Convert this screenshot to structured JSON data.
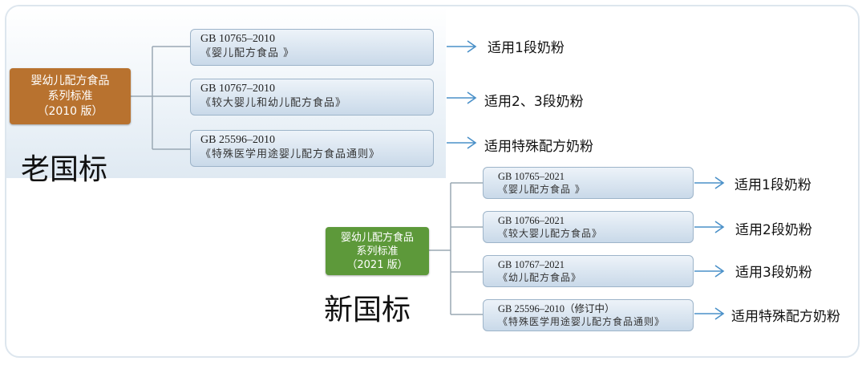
{
  "old_standard": {
    "title": "老国标",
    "root": {
      "line1": "婴幼儿配方食品",
      "line2": "系列标准",
      "line3": "（2010 版）"
    },
    "items": [
      {
        "code": "GB 10765–2010",
        "name": "《婴儿配方食品 》",
        "target": "适用1段奶粉"
      },
      {
        "code": "GB 10767–2010",
        "name": "《较大婴儿和幼儿配方食品》",
        "target": "适用2、3段奶粉"
      },
      {
        "code": "GB 25596–2010",
        "name": "《特殊医学用途婴儿配方食品通则》",
        "target": "适用特殊配方奶粉"
      }
    ]
  },
  "new_standard": {
    "title": "新国标",
    "root": {
      "line1": "婴幼儿配方食品",
      "line2": "系列标准",
      "line3": "（2021 版）"
    },
    "items": [
      {
        "code": "GB 10765–2021",
        "name": "《婴儿配方食品 》",
        "target": "适用1段奶粉"
      },
      {
        "code": "GB 10766–2021",
        "name": "《较大婴儿配方食品》",
        "target": "适用2段奶粉"
      },
      {
        "code": "GB 10767–2021",
        "name": "《幼儿配方食品》",
        "target": "适用3段奶粉"
      },
      {
        "code": "GB 25596–2010（修订中）",
        "name": "《特殊医学用途婴儿配方食品通则》",
        "target": "适用特殊配方奶粉"
      }
    ]
  },
  "colors": {
    "old_root": "#b8722f",
    "new_root": "#5d993a",
    "arrow": "#4a90c8",
    "connector": "#9aa8b4"
  }
}
